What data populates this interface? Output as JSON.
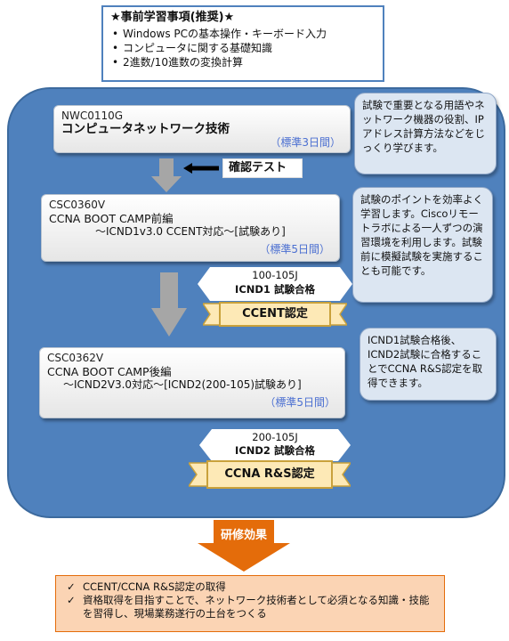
{
  "prerequisites": {
    "title": "★事前学習事項(推奨)★",
    "items": [
      "Windows PCの基本操作・キーボード入力",
      "コンピュータに関する基礎知識",
      "2進数/10進数の変換計算"
    ]
  },
  "courses": [
    {
      "code": "NWC0110G",
      "name": "コンピュータネットワーク技術",
      "subtitle": "",
      "duration": "（標準3日間）"
    },
    {
      "code": "CSC0360V",
      "name": "CCNA BOOT CAMP前編",
      "subtitle": "～ICND1v3.0 CCENT対応～[試験あり]",
      "duration": "（標準5日間）"
    },
    {
      "code": "CSC0362V",
      "name": "CCNA BOOT CAMP後編",
      "subtitle": "～ICND2V3.0対応～[ICND2(200-105)試験あり]",
      "duration": "（標準5日間）"
    }
  ],
  "confirm_test": "確認テスト",
  "notes": [
    "試験で重要となる用語やネットワーク機器の役割、IPアドレス計算方法などをじっくり学びます。",
    "試験のポイントを効率よく学習します。Ciscoリモートラボによる一人ずつの演習環境を利用します。試験前に模擬試験を実施することも可能です。",
    "ICND1試験合格後、ICND2試験に合格することでCCNA R&S認定を取得できます。"
  ],
  "exams": [
    {
      "code": "100-105J",
      "label": "ICND1 試験合格"
    },
    {
      "code": "200-105J",
      "label": "ICND2 試験合格"
    }
  ],
  "certs": [
    "CCENT認定",
    "CCNA R&S認定"
  ],
  "effect_label": "研修効果",
  "results": [
    "CCENT/CCNA R&S認定の取得",
    "資格取得を目指すことで、ネットワーク技術者として必須となる知識・技能を習得し、現場業務遂行の土台をつくる"
  ],
  "check_icon": "✓",
  "colors": {
    "panel": "#4f81bd",
    "note_bg": "#dce6f2",
    "cert_bg": "#fde9b6",
    "effect": "#e46c0a",
    "results_bg": "#fbd4b4"
  }
}
